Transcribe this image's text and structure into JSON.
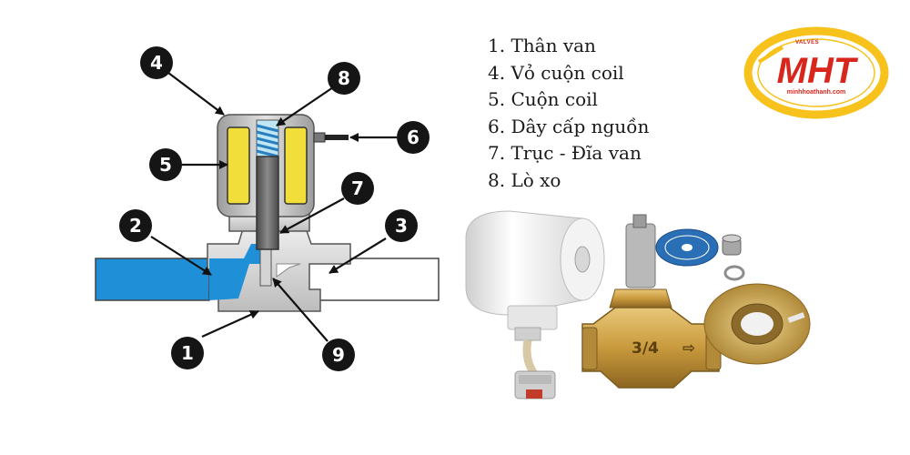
{
  "callouts": [
    "1",
    "2",
    "3",
    "4",
    "5",
    "6",
    "7",
    "8",
    "9"
  ],
  "legend": [
    "1. Thân van",
    "4. Vỏ cuộn coil",
    "5. Cuộn coil",
    "6. Dây cấp nguồn",
    "7. Trục - Đĩa van",
    "8. Lò xo"
  ],
  "logo": {
    "top": "VALVES",
    "main": "MHT",
    "url": "minhhoathanh.com"
  },
  "photo": {
    "body_marking": "3/4"
  },
  "colors": {
    "coil": "#f1de3a",
    "flow": "#1f8fd8",
    "brass": "#c99a3d",
    "logo_red": "#d9261c",
    "logo_yellow": "#f6c21b"
  }
}
